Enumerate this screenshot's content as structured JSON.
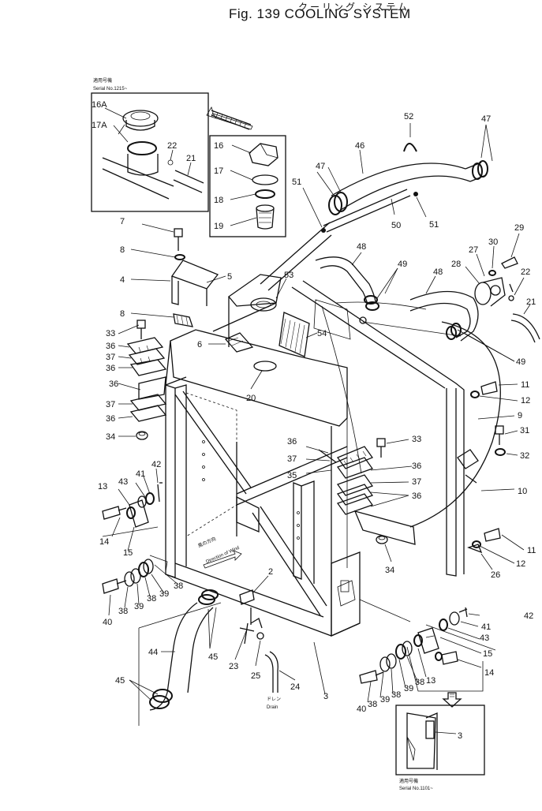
{
  "header": {
    "japanese_title": "クーリング システム",
    "figure_title": "Fig. 139  COOLING SYSTEM"
  },
  "insets": {
    "top_left": {
      "serial_jp": "適用号機",
      "serial": "Serial No.1215~"
    },
    "bottom_right": {
      "serial_jp": "適用号機",
      "serial": "Serial No.1101~"
    }
  },
  "annotations": {
    "wind_jp": "風の方向",
    "wind_en": "Direction of Wind",
    "drain_jp": "ドレン",
    "drain_en": "Drain"
  },
  "callouts": [
    {
      "id": "c16a",
      "text": "16A"
    },
    {
      "id": "c17a",
      "text": "17A"
    },
    {
      "id": "c22a",
      "text": "22"
    },
    {
      "id": "c21a",
      "text": "21"
    },
    {
      "id": "c16",
      "text": "16"
    },
    {
      "id": "c17",
      "text": "17"
    },
    {
      "id": "c18",
      "text": "18"
    },
    {
      "id": "c19",
      "text": "19"
    },
    {
      "id": "c52",
      "text": "52"
    },
    {
      "id": "c47a",
      "text": "47"
    },
    {
      "id": "c46",
      "text": "46"
    },
    {
      "id": "c47b",
      "text": "47"
    },
    {
      "id": "c51a",
      "text": "51"
    },
    {
      "id": "c50",
      "text": "50"
    },
    {
      "id": "c51b",
      "text": "51"
    },
    {
      "id": "c7",
      "text": "7"
    },
    {
      "id": "c8a",
      "text": "8"
    },
    {
      "id": "c4",
      "text": "4"
    },
    {
      "id": "c5",
      "text": "5"
    },
    {
      "id": "c8b",
      "text": "8"
    },
    {
      "id": "c53",
      "text": "53"
    },
    {
      "id": "c48a",
      "text": "48"
    },
    {
      "id": "c49a",
      "text": "49"
    },
    {
      "id": "c48b",
      "text": "48"
    },
    {
      "id": "c28",
      "text": "28"
    },
    {
      "id": "c27",
      "text": "27"
    },
    {
      "id": "c30",
      "text": "30"
    },
    {
      "id": "c29",
      "text": "29"
    },
    {
      "id": "c22b",
      "text": "22"
    },
    {
      "id": "c21b",
      "text": "21"
    },
    {
      "id": "c33a",
      "text": "33"
    },
    {
      "id": "c36a",
      "text": "36"
    },
    {
      "id": "c37a",
      "text": "37"
    },
    {
      "id": "c36b",
      "text": "36"
    },
    {
      "id": "c6",
      "text": "6"
    },
    {
      "id": "c54",
      "text": "54"
    },
    {
      "id": "c49b",
      "text": "49"
    },
    {
      "id": "c20",
      "text": "20"
    },
    {
      "id": "c11a",
      "text": "11"
    },
    {
      "id": "c12a",
      "text": "12"
    },
    {
      "id": "c9",
      "text": "9"
    },
    {
      "id": "c36c",
      "text": "36"
    },
    {
      "id": "c37b",
      "text": "37"
    },
    {
      "id": "c36d",
      "text": "36"
    },
    {
      "id": "c34a",
      "text": "34"
    },
    {
      "id": "c31",
      "text": "31"
    },
    {
      "id": "c32",
      "text": "32"
    },
    {
      "id": "c33b",
      "text": "33"
    },
    {
      "id": "c36e",
      "text": "36"
    },
    {
      "id": "c37c",
      "text": "37"
    },
    {
      "id": "c35",
      "text": "35"
    },
    {
      "id": "c36f",
      "text": "36"
    },
    {
      "id": "c36g",
      "text": "36"
    },
    {
      "id": "c37d",
      "text": "37"
    },
    {
      "id": "c36h",
      "text": "36"
    },
    {
      "id": "c10",
      "text": "10"
    },
    {
      "id": "c42a",
      "text": "42"
    },
    {
      "id": "c43a",
      "text": "43"
    },
    {
      "id": "c41a",
      "text": "41"
    },
    {
      "id": "c13a",
      "text": "13"
    },
    {
      "id": "c14a",
      "text": "14"
    },
    {
      "id": "c15a",
      "text": "15"
    },
    {
      "id": "c34b",
      "text": "34"
    },
    {
      "id": "c11b",
      "text": "11"
    },
    {
      "id": "c12b",
      "text": "12"
    },
    {
      "id": "c26",
      "text": "26"
    },
    {
      "id": "c2",
      "text": "2"
    },
    {
      "id": "c40a",
      "text": "40"
    },
    {
      "id": "c38a",
      "text": "38"
    },
    {
      "id": "c39a",
      "text": "39"
    },
    {
      "id": "c38b",
      "text": "38"
    },
    {
      "id": "c39b",
      "text": "39"
    },
    {
      "id": "c38c",
      "text": "38"
    },
    {
      "id": "c44",
      "text": "44"
    },
    {
      "id": "c45a",
      "text": "45"
    },
    {
      "id": "c23",
      "text": "23"
    },
    {
      "id": "c25",
      "text": "25"
    },
    {
      "id": "c24",
      "text": "24"
    },
    {
      "id": "c3a",
      "text": "3"
    },
    {
      "id": "c45b",
      "text": "45"
    },
    {
      "id": "c42b",
      "text": "42"
    },
    {
      "id": "c41b",
      "text": "41"
    },
    {
      "id": "c43b",
      "text": "43"
    },
    {
      "id": "c15b",
      "text": "15"
    },
    {
      "id": "c13b",
      "text": "13"
    },
    {
      "id": "c14b",
      "text": "14"
    },
    {
      "id": "c40b",
      "text": "40"
    },
    {
      "id": "c38d",
      "text": "38"
    },
    {
      "id": "c39c",
      "text": "39"
    },
    {
      "id": "c38e",
      "text": "38"
    },
    {
      "id": "c39d",
      "text": "39"
    },
    {
      "id": "c38f",
      "text": "38"
    },
    {
      "id": "c3b",
      "text": "3"
    }
  ]
}
